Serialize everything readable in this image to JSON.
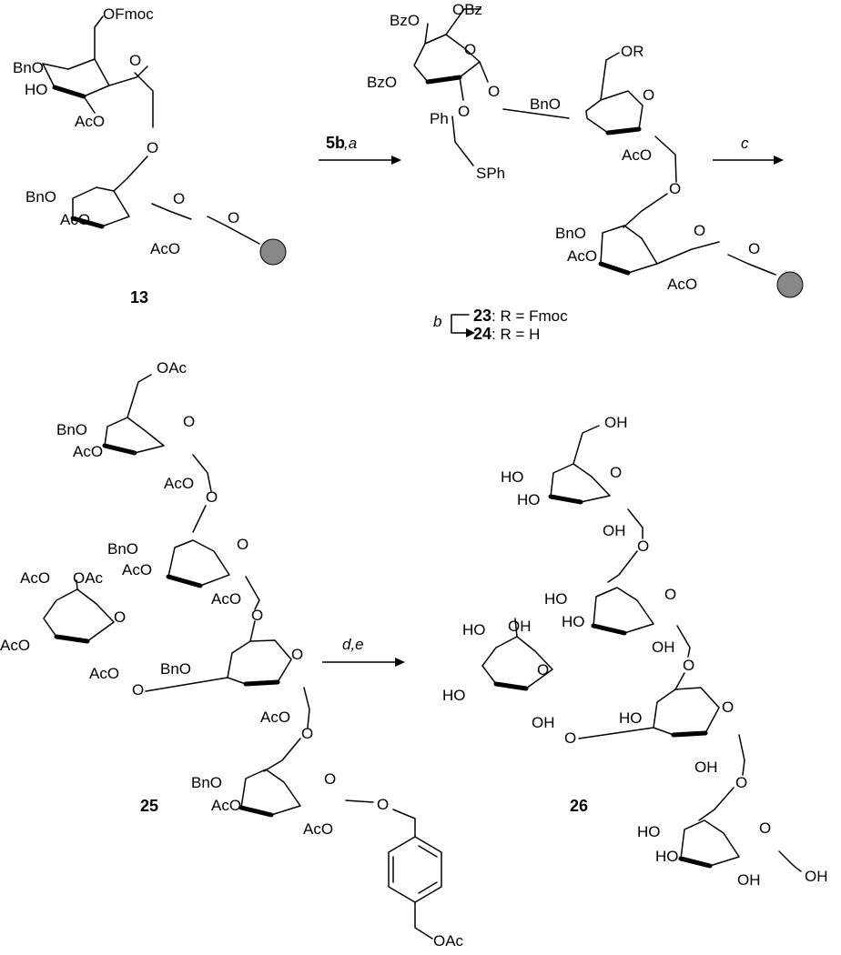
{
  "compounds": {
    "c13": "13",
    "c23": "23",
    "c24": "24",
    "c25": "25",
    "c26": "26"
  },
  "labels_23_24": {
    "r23": ": R = Fmoc",
    "r24": ": R = H"
  },
  "arrows": {
    "a1_bold": "5b",
    "a1_rest": " ,a",
    "a2": "c",
    "a3": "b",
    "a4": "d,e"
  },
  "groups": {
    "ofmoc": "OFmoc",
    "bno": "BnO",
    "ho": "HO",
    "oh": "OH",
    "aco": "AcO",
    "oac": "OAc",
    "bzo": "BzO",
    "obz": "OBz",
    "or": "OR",
    "ph": "Ph",
    "sph": "SPh",
    "o": "O"
  }
}
